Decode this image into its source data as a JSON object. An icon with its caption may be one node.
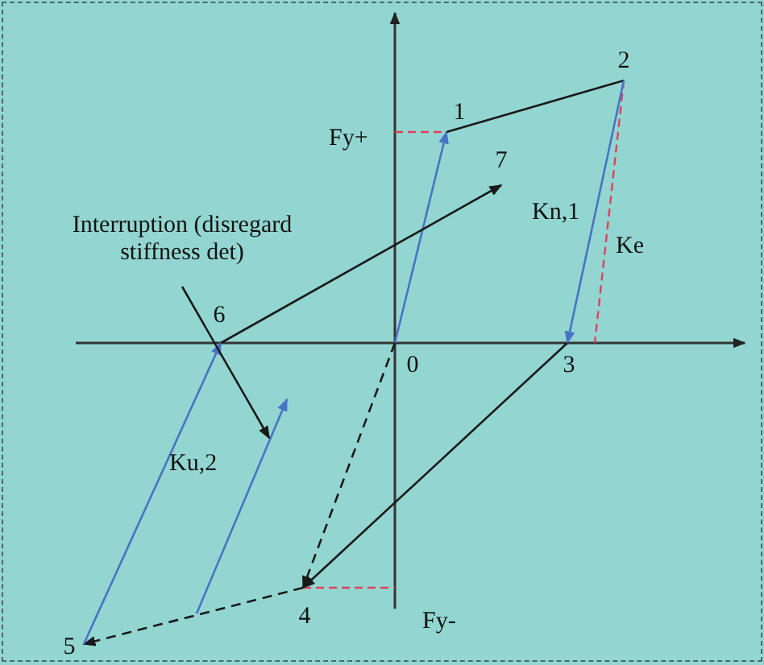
{
  "diagram": {
    "nodes": [
      {
        "text": [
          "0"
        ]
      },
      {
        "text": [
          "1"
        ]
      },
      {
        "text": [
          "2"
        ]
      },
      {
        "text": [
          "3"
        ]
      },
      {
        "text": [
          "4"
        ]
      },
      {
        "text": [
          "5"
        ]
      },
      {
        "text": [
          "6"
        ]
      },
      {
        "text": [
          "7"
        ]
      },
      {
        "text": [
          "Interruption (disregard stiffness det)"
        ]
      }
    ],
    "edges": [
      {
        "from": 0,
        "to": 1,
        "arrow": "to",
        "color": "#4a72c4"
      },
      {
        "from": 1,
        "to": 2,
        "arrow": "none"
      },
      {
        "from": 2,
        "to": 3,
        "arrow": "to",
        "color": "#4a72c4"
      },
      {
        "from": 3,
        "to": 4,
        "arrow": "to"
      },
      {
        "from": 0,
        "to": 4,
        "arrow": "to",
        "style": "dashed"
      },
      {
        "from": 4,
        "to": 5,
        "arrow": "to",
        "style": "dashed"
      },
      {
        "from": 5,
        "to": 6,
        "arrow": "to",
        "color": "#4a72c4"
      },
      {
        "from": 6,
        "to": 7,
        "arrow": "to"
      },
      {
        "from": 8,
        "to": null,
        "arrow": "to"
      }
    ],
    "labels": [
      "Fy+",
      "Kn,1",
      "Ke",
      "Ku,2",
      "Fy-"
    ]
  }
}
